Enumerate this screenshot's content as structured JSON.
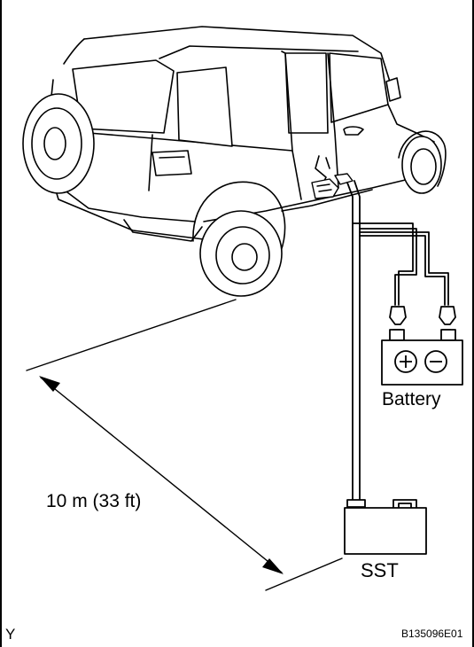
{
  "labels": {
    "distance": "10 m (33 ft)",
    "battery": "Battery",
    "sst": "SST",
    "corner_mark": "Y",
    "figure_code": "B135096E01"
  },
  "battery_terminals": {
    "positive": "+",
    "negative": "−"
  },
  "colors": {
    "line": "#000000",
    "background": "#ffffff"
  }
}
